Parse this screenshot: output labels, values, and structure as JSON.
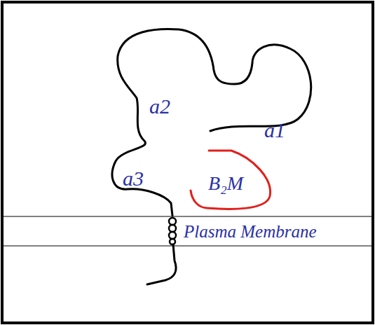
{
  "diagram": {
    "labels": [
      "a2",
      "a1",
      "a3",
      "B₂M",
      "Plasma Membrane"
    ]
  }
}
